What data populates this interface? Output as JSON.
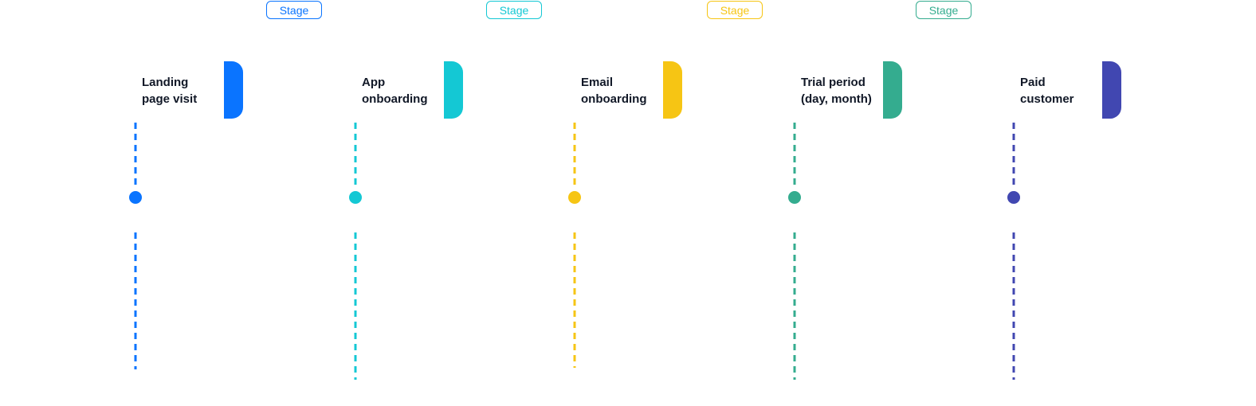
{
  "stages": [
    {
      "label": "Stage",
      "color": "#0a74ff"
    },
    {
      "label": "Stage",
      "color": "#14c8d4"
    },
    {
      "label": "Stage",
      "color": "#f6c514"
    },
    {
      "label": "Stage",
      "color": "#34ac8f"
    }
  ],
  "steps": [
    {
      "line1": "Landing",
      "line2": "page visit",
      "color": "#0a74ff"
    },
    {
      "line1": "App",
      "line2": "onboarding",
      "color": "#14c8d4"
    },
    {
      "line1": "Email",
      "line2": "onboarding",
      "color": "#f6c514"
    },
    {
      "line1": "Trial period",
      "line2": "(day, month)",
      "color": "#34ac8f"
    },
    {
      "line1": "Paid",
      "line2": "customer",
      "color": "#4147b1"
    }
  ]
}
